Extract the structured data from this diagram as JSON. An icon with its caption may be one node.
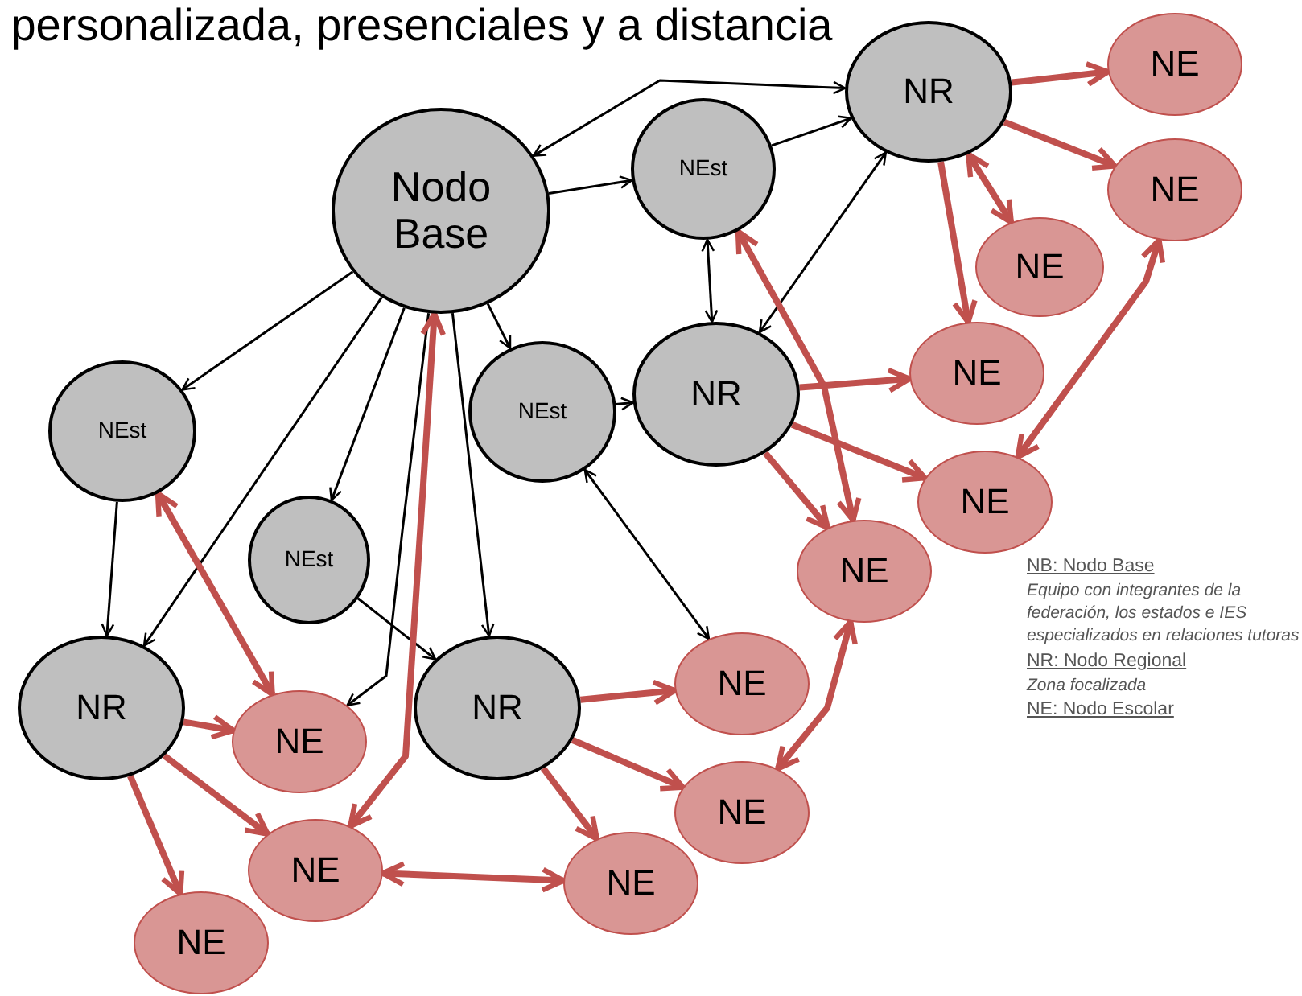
{
  "diagram": {
    "title": "personalizada, presenciales y a distancia",
    "nodes": [
      {
        "text": [
          "Nodo Base"
        ]
      },
      {
        "text": [
          "NEst"
        ]
      },
      {
        "text": [
          "NR"
        ]
      },
      {
        "text": [
          "NE"
        ]
      },
      {
        "text": [
          "NE"
        ]
      },
      {
        "text": [
          "NE"
        ]
      },
      {
        "text": [
          "NEst"
        ]
      },
      {
        "text": [
          "NR"
        ]
      },
      {
        "text": [
          "NE"
        ]
      },
      {
        "text": [
          "NEst"
        ]
      },
      {
        "text": [
          "NE"
        ]
      },
      {
        "text": [
          "NEst"
        ]
      },
      {
        "text": [
          "NE"
        ]
      },
      {
        "text": [
          "NR"
        ]
      },
      {
        "text": [
          "NE"
        ]
      },
      {
        "text": [
          "NR"
        ]
      },
      {
        "text": [
          "NE"
        ]
      },
      {
        "text": [
          "NE"
        ]
      },
      {
        "text": [
          "NE"
        ]
      },
      {
        "text": [
          "NE"
        ]
      },
      {
        "text": [
          "NE"
        ]
      }
    ],
    "edges": [
      {
        "from": 2,
        "to": 0,
        "arrow": "both",
        "color": "#000000"
      },
      {
        "from": 0,
        "to": 1,
        "arrow": "to",
        "color": "#000000"
      },
      {
        "from": 1,
        "to": 2,
        "arrow": "to",
        "color": "#000000"
      },
      {
        "from": 0,
        "to": 9,
        "arrow": "to",
        "color": "#000000"
      },
      {
        "from": 0,
        "to": 13,
        "arrow": "to",
        "color": "#000000"
      },
      {
        "from": 0,
        "to": 11,
        "arrow": "to",
        "color": "#000000"
      },
      {
        "from": 0,
        "to": 6,
        "arrow": "to",
        "color": "#000000"
      },
      {
        "from": 0,
        "to": 15,
        "arrow": "to",
        "color": "#000000"
      },
      {
        "from": 0,
        "to": 14,
        "arrow": "to",
        "color": "#000000"
      },
      {
        "from": 6,
        "to": 7,
        "arrow": "to",
        "color": "#000000"
      },
      {
        "from": 1,
        "to": 7,
        "arrow": "both",
        "color": "#000000"
      },
      {
        "from": 2,
        "to": 7,
        "arrow": "both",
        "color": "#000000"
      },
      {
        "from": 9,
        "to": 13,
        "arrow": "to",
        "color": "#000000"
      },
      {
        "from": 11,
        "to": 15,
        "arrow": "to",
        "color": "#000000"
      },
      {
        "from": 6,
        "to": 16,
        "arrow": "both",
        "color": "#000000"
      },
      {
        "from": 2,
        "to": 3,
        "arrow": "to"
      },
      {
        "from": 2,
        "to": 4,
        "arrow": "to"
      },
      {
        "from": 2,
        "to": 5,
        "arrow": "both"
      },
      {
        "from": 2,
        "to": 8,
        "arrow": "to"
      },
      {
        "from": 7,
        "to": 8,
        "arrow": "to"
      },
      {
        "from": 7,
        "to": 10,
        "arrow": "to"
      },
      {
        "from": 7,
        "to": 12,
        "arrow": "to"
      },
      {
        "from": 1,
        "to": 12,
        "arrow": "both"
      },
      {
        "from": 4,
        "to": 10,
        "arrow": "both"
      },
      {
        "from": 12,
        "to": 17,
        "arrow": "both"
      },
      {
        "from": 15,
        "to": 16,
        "arrow": "to"
      },
      {
        "from": 15,
        "to": 17,
        "arrow": "to"
      },
      {
        "from": 15,
        "to": 19,
        "arrow": "to"
      },
      {
        "from": 18,
        "to": 19,
        "arrow": "both"
      },
      {
        "from": 18,
        "to": 0,
        "arrow": "both"
      },
      {
        "from": 9,
        "to": 14,
        "arrow": "both"
      },
      {
        "from": 13,
        "to": 14,
        "arrow": "to"
      },
      {
        "from": 13,
        "to": 18,
        "arrow": "to"
      },
      {
        "from": 13,
        "to": 20,
        "arrow": "to"
      }
    ],
    "labels": [
      "NB: Nodo Base",
      "Equipo con integrantes de la federación, los estados e IES especializados en relaciones tutoras",
      "NR: Nodo Regional",
      "Zona focalizada",
      "NE: Nodo Escolar"
    ]
  }
}
